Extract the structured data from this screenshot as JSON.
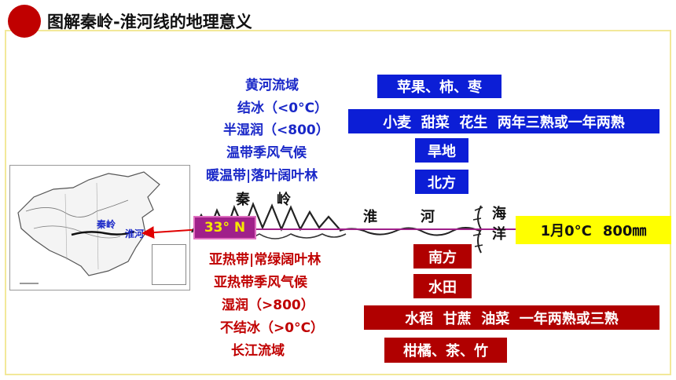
{
  "title": "图解秦岭-淮河线的地理意义",
  "north": {
    "basin": "黄河流域",
    "ice": "结冰（<0°C）",
    "humidity": "半湿润（<800）",
    "climate": "温带季风气候",
    "forest": "暖温带|落叶阔叶林",
    "fruits": "苹果、柿、枣",
    "crops": "小麦  甜菜  花生  两年三熟或一年两熟",
    "land": "旱地",
    "region": "北方"
  },
  "south": {
    "forest": "亚热带|常绿阔叶林",
    "climate": "亚热带季风气候",
    "humidity": "湿润（>800）",
    "ice": "不结冰（>0°C）",
    "basin": "长江流域",
    "region": "南方",
    "land": "水田",
    "crops": "水稻  甘蔗  油菜  一年两熟或三熟",
    "fruits": "柑橘、茶、竹"
  },
  "line": {
    "qin": "秦",
    "ling": "岭",
    "huai": "淮",
    "he": "河",
    "hai": "海",
    "yang": "洋",
    "latitude": "33° N",
    "temp": "1月0°C",
    "rain": "800㎜"
  },
  "map": {
    "qinling": "秦岭",
    "huaihe": "淮河"
  },
  "colors": {
    "accent": "#c00000",
    "north": "#0c1ed6",
    "south": "#b00000",
    "highlight": "#ffff00"
  }
}
